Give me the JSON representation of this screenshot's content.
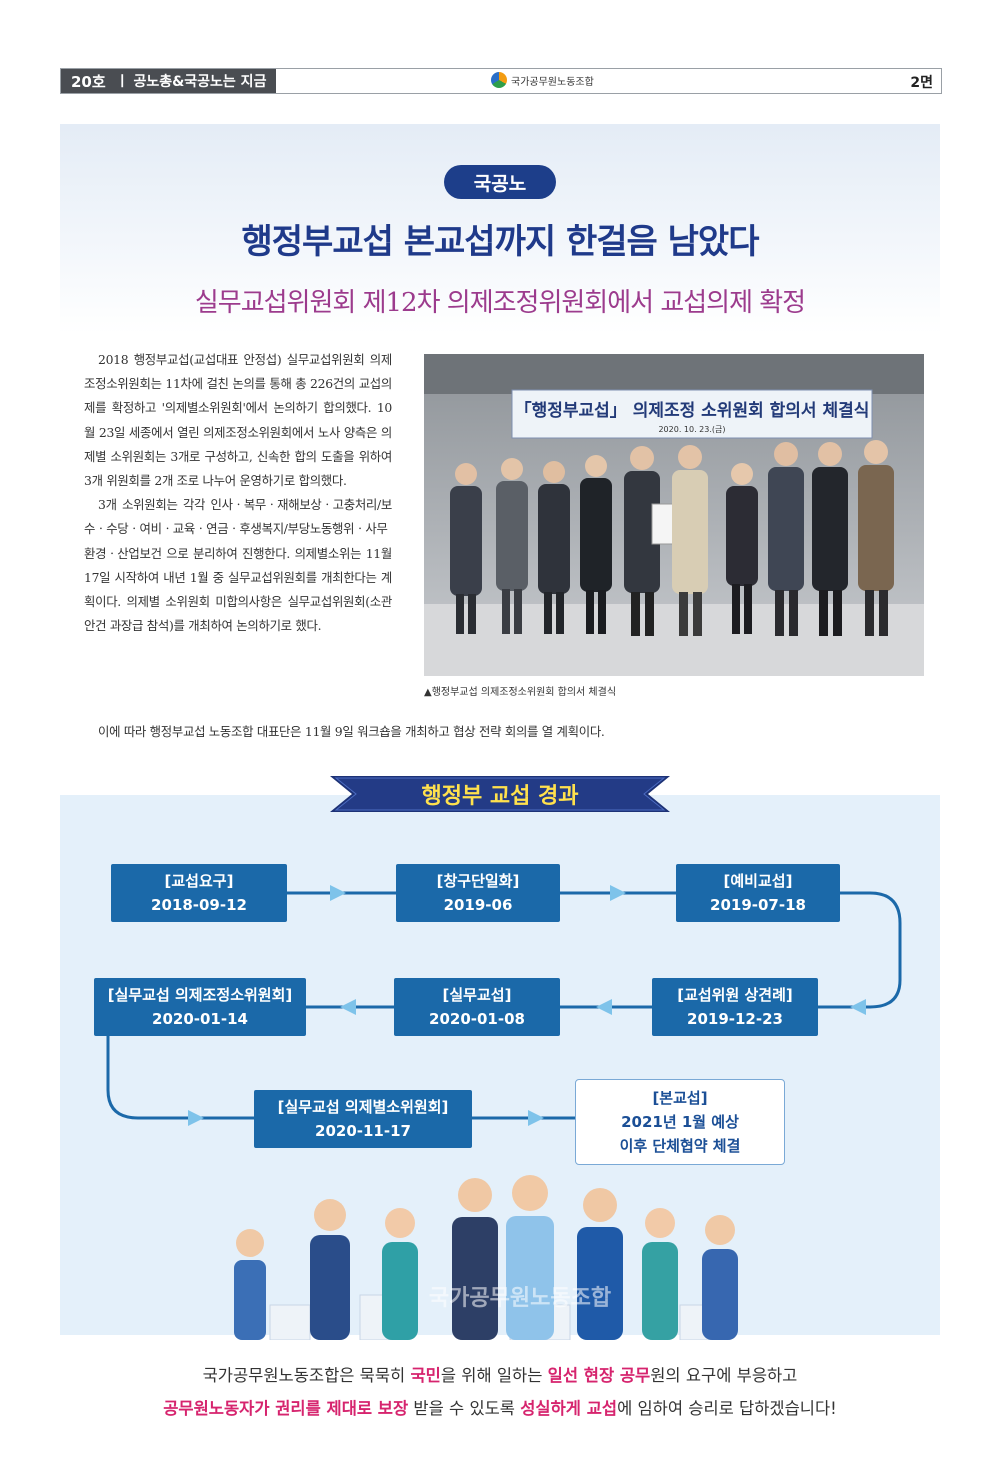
{
  "header": {
    "issue": "20호",
    "section": "ㅣ 공노총&국공노는 지금",
    "org": "국가공무원노동조합",
    "page": "2면"
  },
  "article": {
    "tag": "국공노",
    "title": "행정부교섭 본교섭까지 한걸음 남았다",
    "subtitle": "실무교섭위원회 제12차 의제조정위원회에서 교섭의제 확정",
    "p1": "2018 행정부교섭(교섭대표 안정섭) 실무교섭위원회 의제조정소위원회는 11차에 걸친 논의를 통해 총 226건의 교섭의제를 확정하고 '의제별소위원회'에서 논의하기 합의했다. 10월 23일 세종에서 열린 의제조정소위원회에서 노사 양측은 의제별 소위원회는 3개로 구성하고, 신속한 합의 도출을 위하여 3개 위원회를 2개 조로 나누어 운영하기로 합의했다.",
    "p2": "3개 소위원회는 각각 인사ㆍ복무ㆍ재해보상ㆍ고충처리/보수ㆍ수당ㆍ여비ㆍ교육ㆍ연금ㆍ후생복지/부당노동행위ㆍ사무환경ㆍ산업보건 으로 분리하여 진행한다. 의제별소위는 11월 17일 시작하여 내년 1월 중 실무교섭위원회를 개최한다는 계획이다. 의제별 소위원회 미합의사항은 실무교섭위원회(소관안건 과장급 참석)를 개최하여 논의하기로 했다.",
    "p3": "이에 따라 행정부교섭 노동조합 대표단은 11월 9일 워크숍을 개최하고 협상 전략 회의를 열 계획이다.",
    "photo_banner": "「행정부교섭」 의제조정 소위원회 합의서 체결식",
    "photo_date": "2020. 10. 23.(금)",
    "caption": "▲행정부교섭 의제조정소위원회 합의서 체결식"
  },
  "process": {
    "heading": "행정부 교섭 경과",
    "steps": [
      {
        "label": "[교섭요구]",
        "date": "2018-09-12"
      },
      {
        "label": "[창구단일화]",
        "date": "2019-06"
      },
      {
        "label": "[예비교섭]",
        "date": "2019-07-18"
      },
      {
        "label": "[교섭위원 상견례]",
        "date": "2019-12-23"
      },
      {
        "label": "[실무교섭]",
        "date": "2020-01-08"
      },
      {
        "label": "[실무교섭 의제조정소위원회]",
        "date": "2020-01-14"
      },
      {
        "label": "[실무교섭 의제별소위원회]",
        "date": "2020-11-17"
      },
      {
        "label": "[본교섭]",
        "date": "2021년 1월 예상",
        "extra": "이후 단체협약 체결"
      }
    ],
    "watermark": "국가공무원노동조합"
  },
  "slogan": {
    "l1": [
      "국가공무원노동조합은 묵묵히 ",
      "국민",
      "을 위해 일하는 ",
      "일선 현장 공무",
      "원의 요구에 부응하고"
    ],
    "l2": [
      "공무원노동자가 권리를 제대로 보장",
      " 받을 수 있도록 ",
      "성실하게 교섭",
      "에 임하여 승리로 답하겠습니다!"
    ]
  },
  "colors": {
    "navy": "#1f3a8a",
    "box": "#1b69a9",
    "purple": "#9c3b8d",
    "pink": "#d6246e"
  }
}
